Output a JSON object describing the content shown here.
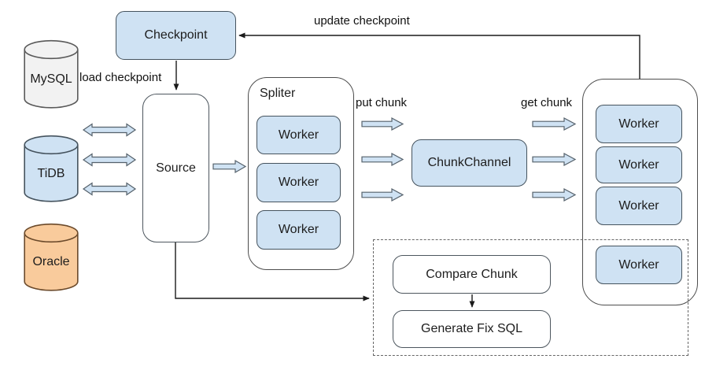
{
  "databases": [
    {
      "label": "MySQL"
    },
    {
      "label": "TiDB"
    },
    {
      "label": "Oracle"
    }
  ],
  "checkpoint": {
    "label": "Checkpoint"
  },
  "source": {
    "label": "Source"
  },
  "spliter": {
    "label": "Spliter",
    "workers": [
      "Worker",
      "Worker",
      "Worker"
    ]
  },
  "chunk_channel": {
    "label": "ChunkChannel"
  },
  "worker_pool": {
    "workers": [
      "Worker",
      "Worker",
      "Worker",
      "Worker"
    ]
  },
  "check_flow": {
    "compare_chunk": "Compare Chunk",
    "generate_fix_sql": "Generate Fix SQL"
  },
  "edge_labels": {
    "load_checkpoint": "load checkpoint",
    "update_checkpoint": "update checkpoint",
    "put_chunk": "put chunk",
    "get_chunk": "get chunk"
  },
  "colors": {
    "node_fill": "#cfe2f3",
    "node_stroke": "#45535e",
    "container_stroke": "#4d4d4d",
    "mysql_fill": "#f2f2f2",
    "mysql_stroke": "#595959",
    "tidb_fill": "#cfe2f3",
    "tidb_stroke": "#45535e",
    "oracle_fill": "#f9cb9c",
    "oracle_stroke": "#6b4a2b",
    "arrow_fill": "#cfe2f3",
    "arrow_stroke": "#55616b",
    "connector_line": "#1a1a1a",
    "dashed_border": "#666666"
  }
}
